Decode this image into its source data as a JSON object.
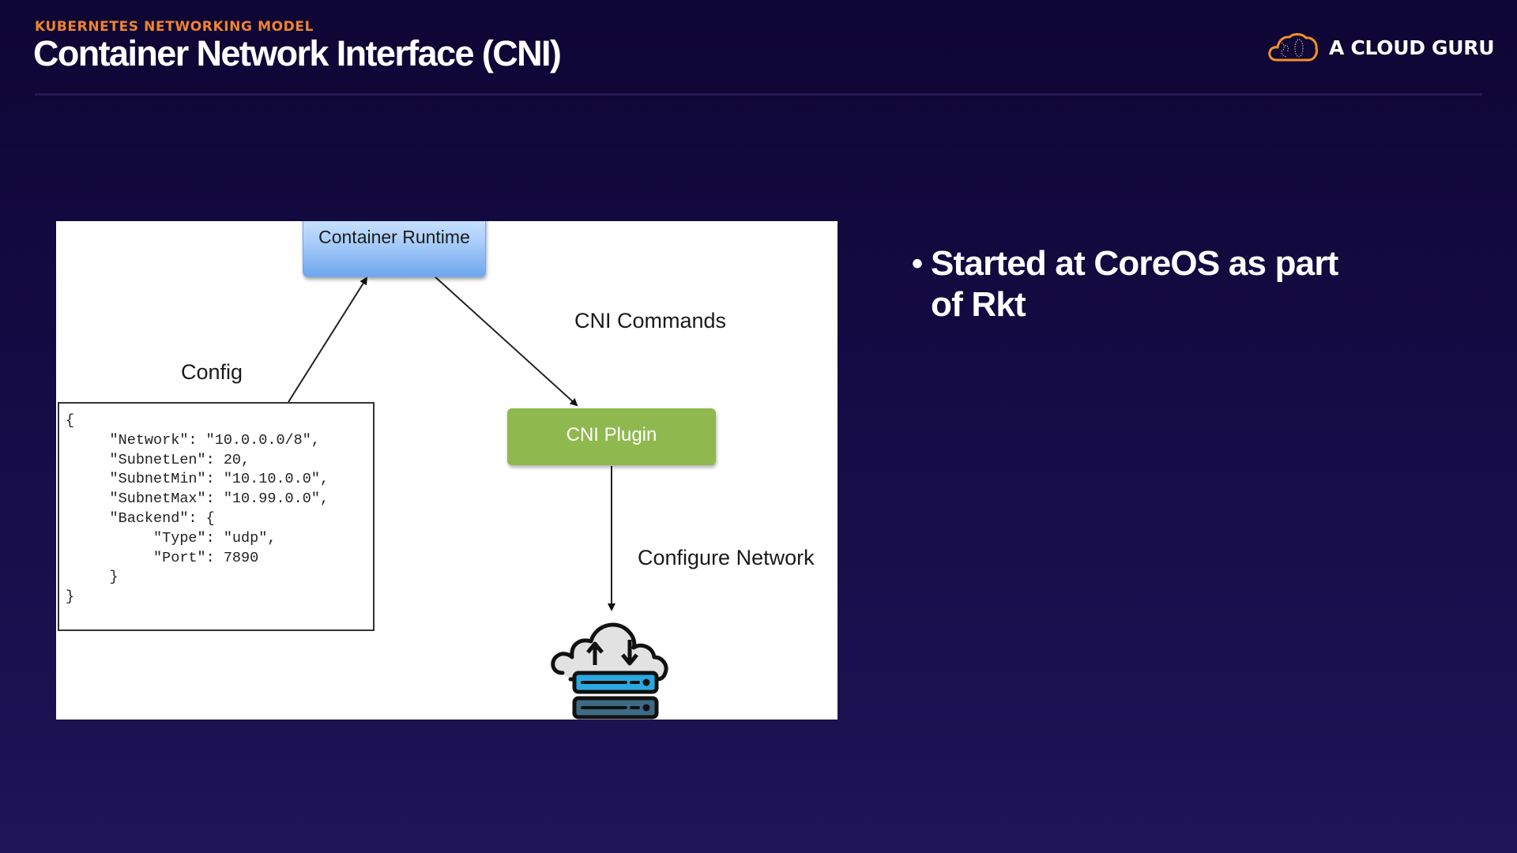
{
  "header": {
    "eyebrow": "KUBERNETES NETWORKING MODEL",
    "title": "Container Network Interface (CNI)"
  },
  "brand": {
    "logo_icon": "cloud-logo-icon",
    "name": "A CLOUD GURU",
    "accent_color": "#f0912b"
  },
  "diagram": {
    "container_runtime_label": "Container Runtime",
    "cni_plugin_label": "CNI Plugin",
    "config_label": "Config",
    "cni_commands_label": "CNI Commands",
    "configure_network_label": "Configure Network",
    "network_icon": "cloud-server-network-icon",
    "config_json": "{\n     \"Network\": \"10.0.0.0/8\",\n     \"SubnetLen\": 20,\n     \"SubnetMin\": \"10.10.0.0\",\n     \"SubnetMax\": \"10.99.0.0\",\n     \"Backend\": {\n          \"Type\": \"udp\",\n          \"Port\": 7890\n     }\n}",
    "colors": {
      "runtime_box": "#a9cdfa",
      "plugin_box": "#8fb94f",
      "server_blue": "#2aa9e0",
      "server_dark": "#3d6a85"
    }
  },
  "bullets": [
    {
      "text": "Started at CoreOS as part of Rkt"
    }
  ]
}
